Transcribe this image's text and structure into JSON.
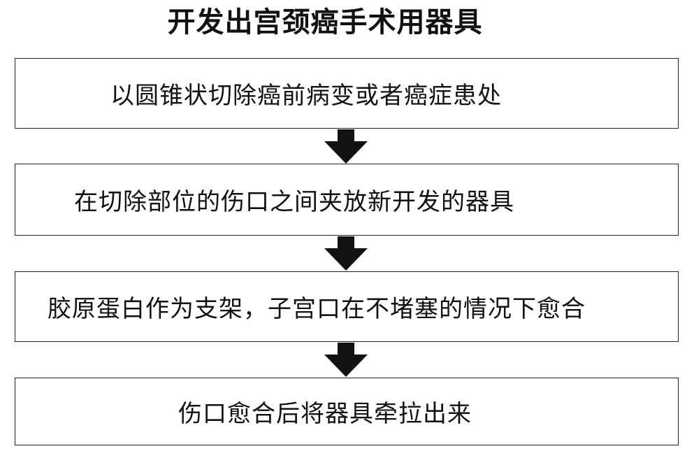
{
  "title": "开发出宫颈癌手术用器具",
  "steps": [
    {
      "text": "以圆锥状切除癌前病变或者癌症患处"
    },
    {
      "text": "在切除部位的伤口之间夹放新开发的器具"
    },
    {
      "text": "胶原蛋白作为支架，子宫口在不堵塞的情况下愈合"
    },
    {
      "text": "伤口愈合后将器具牵拉出来"
    }
  ],
  "colors": {
    "text": "#111111",
    "border": "#222222",
    "arrow": "#111111",
    "background": "#ffffff"
  }
}
